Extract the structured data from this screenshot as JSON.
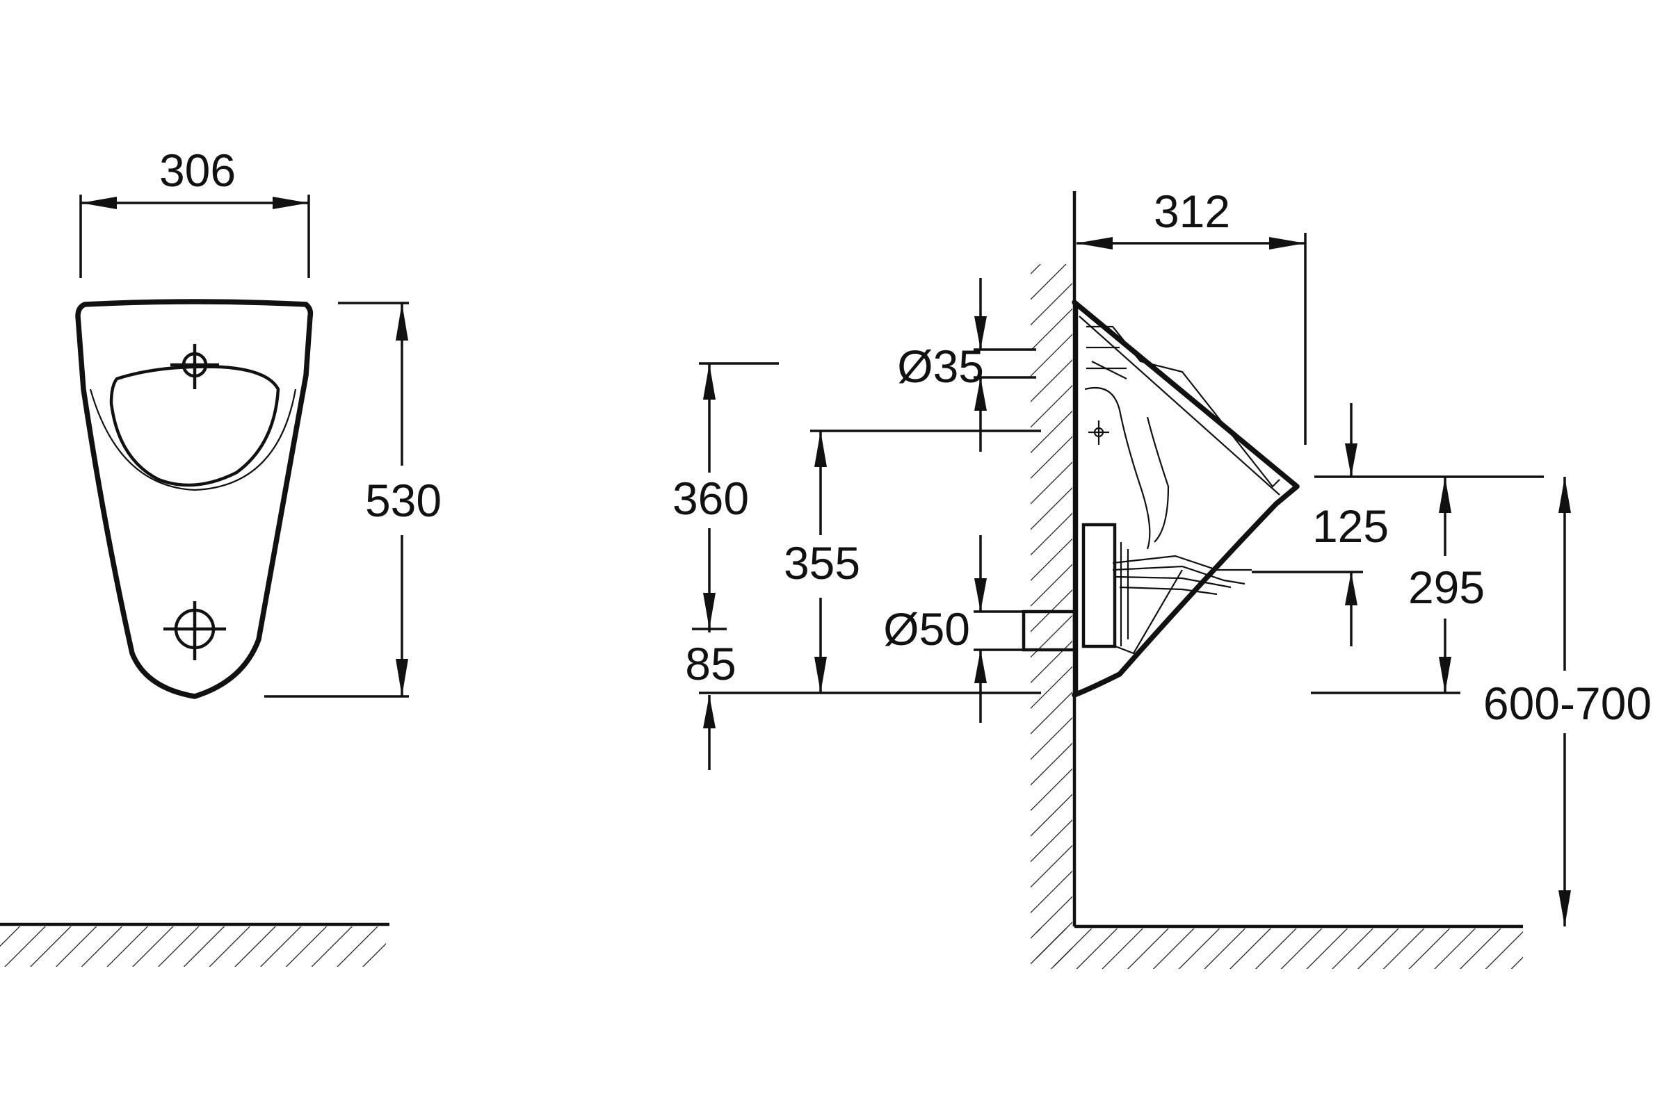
{
  "front_view": {
    "width_label": "306",
    "height_label": "530"
  },
  "side_view": {
    "depth_label": "312",
    "inlet_diameter_label": "Ø35",
    "outlet_diameter_label": "Ø50",
    "inlet_height_label": "360",
    "outlet_height_label": "355",
    "bottom_offset_label": "85",
    "rim_offset_label": "125",
    "rim_to_bottom_label": "295",
    "mounting_height_label": "600-700"
  }
}
